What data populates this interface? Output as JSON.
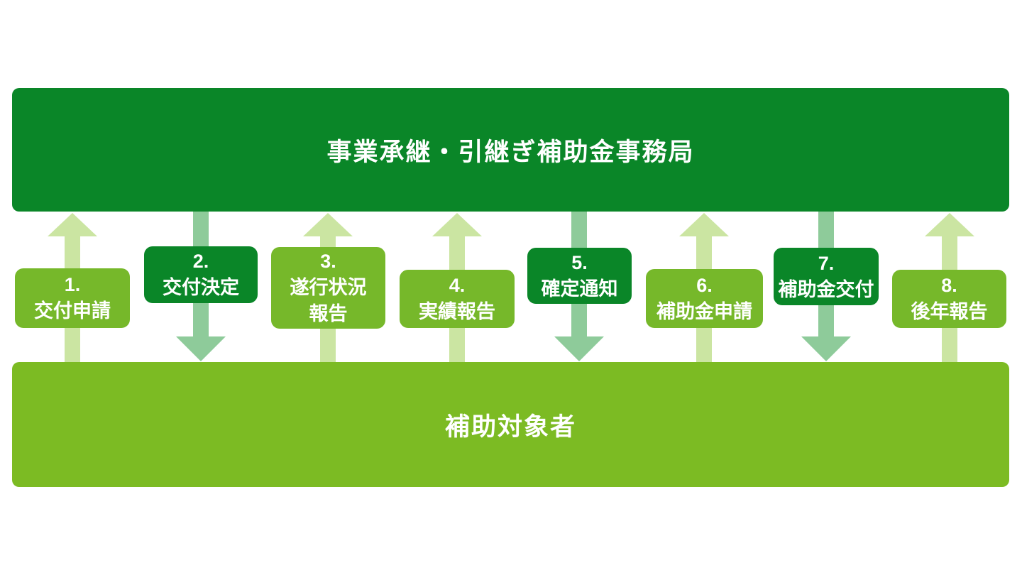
{
  "diagram": {
    "top_banner": {
      "label": "事業承継・引継ぎ補助金事務局"
    },
    "bottom_banner": {
      "label": "補助対象者"
    },
    "steps": [
      {
        "id": 1,
        "text": "1.\n交付申請",
        "direction": "up",
        "style": "medium"
      },
      {
        "id": 2,
        "text": "2.\n交付決定",
        "direction": "down",
        "style": "dark"
      },
      {
        "id": 3,
        "text": "3.\n遂行状況\n報告",
        "direction": "up",
        "style": "medium"
      },
      {
        "id": 4,
        "text": "4.\n実績報告",
        "direction": "up",
        "style": "medium"
      },
      {
        "id": 5,
        "text": "5.\n確定通知",
        "direction": "down",
        "style": "dark"
      },
      {
        "id": 6,
        "text": "6.\n補助金申請",
        "direction": "up",
        "style": "medium"
      },
      {
        "id": 7,
        "text": "7.\n補助金交付",
        "direction": "down",
        "style": "dark"
      },
      {
        "id": 8,
        "text": "8.\n後年報告",
        "direction": "up",
        "style": "medium"
      }
    ],
    "colors": {
      "office_banner": "#0a8628",
      "dark_box": "#0a8628",
      "medium_box": "#76b82a",
      "recipient_banner": "#7cbb23",
      "up_arrow": "#cbe5a2",
      "down_arrow": "#8ecb9a",
      "text": "#ffffff",
      "background": "#ffffff"
    }
  }
}
